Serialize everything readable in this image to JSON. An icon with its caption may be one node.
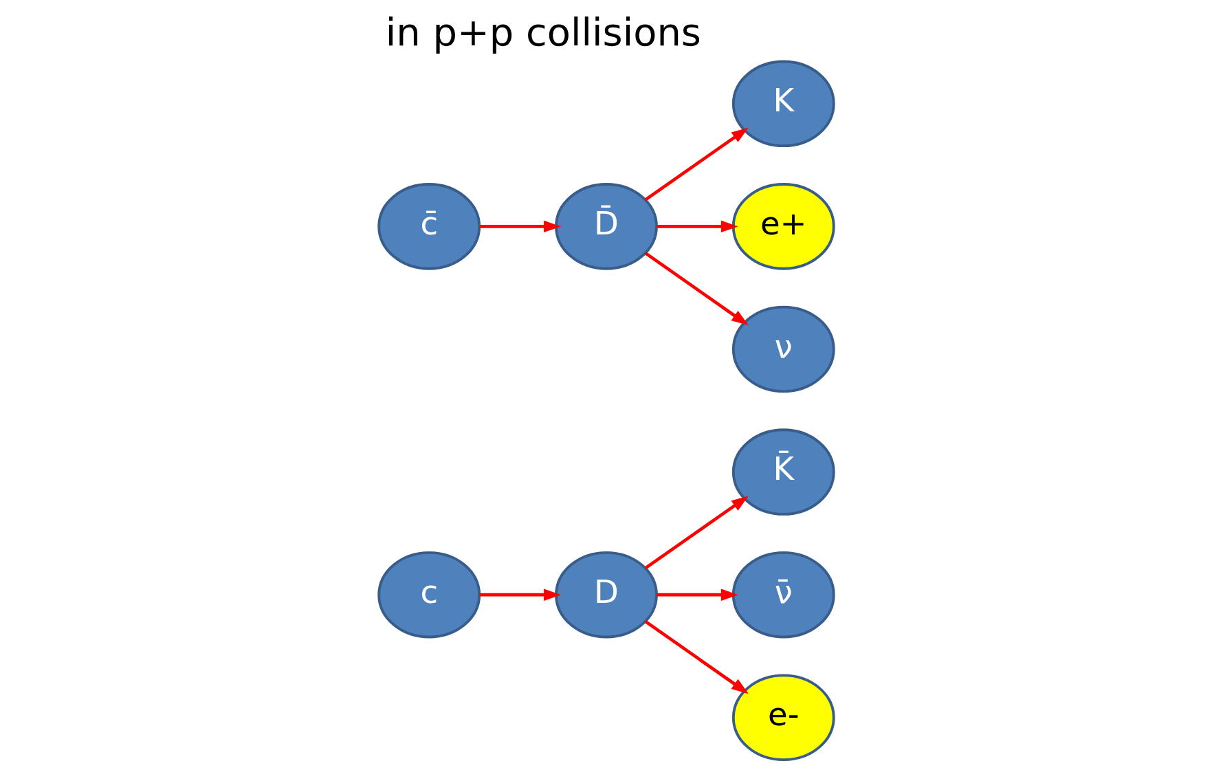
{
  "diagram": {
    "title": "in p+p collisions",
    "nodes": [
      {
        "text": [
          "c"
        ]
      },
      {
        "text": [
          "c̄"
        ]
      },
      {
        "text": [
          "D̄"
        ]
      },
      {
        "text": [
          "K"
        ]
      },
      {
        "text": [
          "e+"
        ]
      },
      {
        "text": [
          "ν"
        ]
      },
      {
        "text": [
          "D"
        ]
      },
      {
        "text": [
          "K̄"
        ]
      },
      {
        "text": [
          "ν̄"
        ]
      },
      {
        "text": [
          "e-"
        ]
      }
    ],
    "edges": [
      {
        "from": 1,
        "to": 2,
        "arrow": "to"
      },
      {
        "from": 2,
        "to": 3,
        "arrow": "to"
      },
      {
        "from": 2,
        "to": 4,
        "arrow": "to"
      },
      {
        "from": 2,
        "to": 5,
        "arrow": "to"
      },
      {
        "from": 0,
        "to": 6,
        "arrow": "to"
      },
      {
        "from": 6,
        "to": 7,
        "arrow": "to"
      },
      {
        "from": 6,
        "to": 8,
        "arrow": "to"
      },
      {
        "from": 6,
        "to": 9,
        "arrow": "to"
      }
    ]
  }
}
